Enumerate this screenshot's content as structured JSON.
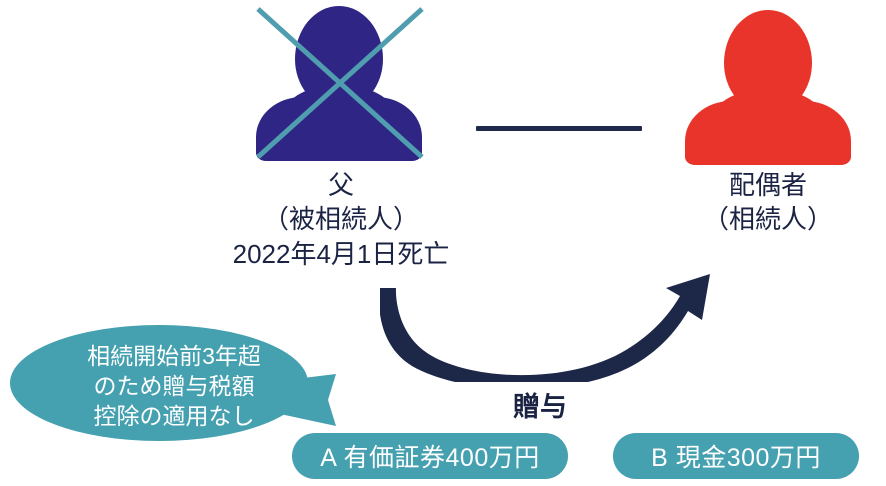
{
  "diagram": {
    "title_note": "inheritance gift diagram",
    "background_color": "#ffffff"
  },
  "colors": {
    "decedent_figure": "#2e2585",
    "heir_figure": "#e8342a",
    "cross_mark": "#4f9dae",
    "teal": "#45a0b0",
    "navy_text": "#1b2344",
    "arrow": "#1d2747",
    "line": "#1f2a4a"
  },
  "decedent": {
    "icon": "person-icon",
    "cross_icon": "x-cross-icon",
    "name": "父",
    "role": "（被相続人）",
    "death": "2022年4月1日死亡"
  },
  "heir": {
    "icon": "person-icon",
    "name": "配偶者",
    "role": "（相続人）"
  },
  "relation": {
    "line": "marriage-line"
  },
  "gift_arrow": {
    "label": "贈与",
    "direction": "decedent-to-heir"
  },
  "speech_bubble": {
    "line1": "相続開始前3年超",
    "line2": "のため贈与税額",
    "line3": "控除の適用なし"
  },
  "assets": [
    {
      "tag": "A",
      "label": "A 有価証券400万円"
    },
    {
      "tag": "B",
      "label": "B 現金300万円"
    }
  ]
}
